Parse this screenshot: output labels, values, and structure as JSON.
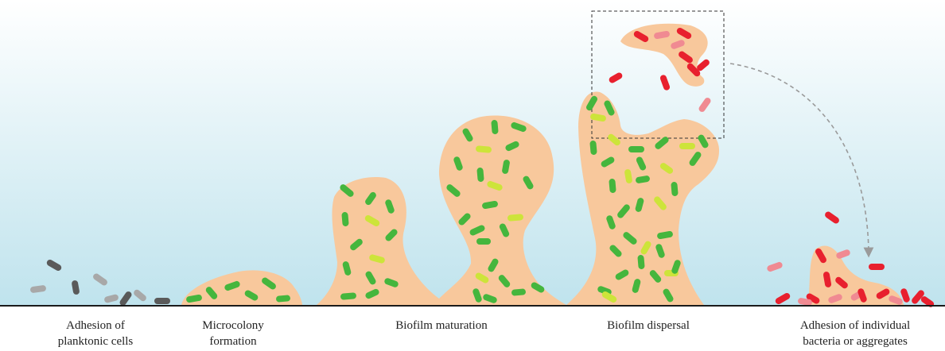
{
  "stages": [
    {
      "id": "adhesion",
      "line1": "Adhesion of",
      "line2": "planktonic cells"
    },
    {
      "id": "microcolony",
      "line1": "Microcolony",
      "line2": "formation"
    },
    {
      "id": "maturation",
      "line1": "Biofilm maturation",
      "line2": ""
    },
    {
      "id": "dispersal",
      "line1": "Biofilm dispersal",
      "line2": ""
    },
    {
      "id": "readhesion",
      "line1": "Adhesion of individual",
      "line2": "bacteria or aggregates"
    }
  ],
  "colors": {
    "sky_top": "#ffffff",
    "sky_bottom": "#bfe3ed",
    "matrix": "#f8c89c",
    "ground_line": "#1a1a1a",
    "planktonic_dark": "#5a5a5a",
    "planktonic_light": "#a8a8a8",
    "bacteria_green": "#45b63d",
    "bacteria_lime": "#cde43a",
    "dispersed_red": "#e8202e",
    "dispersed_pink": "#f08a92",
    "arrow_dashes": "#9a9a9a",
    "box_dashes": "#333333"
  }
}
